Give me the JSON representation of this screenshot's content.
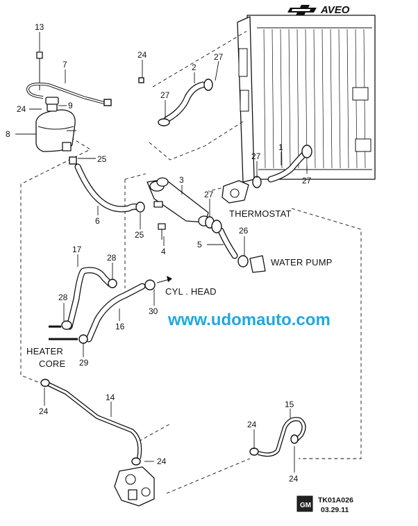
{
  "header": {
    "brand": "AVEO"
  },
  "watermark": "www.udomauto.com",
  "labels": {
    "thermostat": "THERMOSTAT",
    "water_pump": "WATER PUMP",
    "cyl_head": "CYL . HEAD",
    "heater_line1": "HEATER",
    "heater_line2": "CORE"
  },
  "callouts": {
    "c13": "13",
    "c7": "7",
    "c24a": "24",
    "c24b": "24",
    "c9": "9",
    "c8": "8",
    "c2": "2",
    "c27a": "27",
    "c27b": "27",
    "c1": "1",
    "c27c": "27",
    "c27d": "27",
    "c25a": "25",
    "c3": "3",
    "c27e": "27",
    "c6": "6",
    "c25b": "25",
    "c4": "4",
    "c26": "26",
    "c5": "5",
    "c17": "17",
    "c28a": "28",
    "c28b": "28",
    "c30": "30",
    "c16": "16",
    "c29": "29",
    "c24c": "24",
    "c14": "14",
    "c15": "15",
    "c24d": "24",
    "c24e": "24",
    "c24f": "24"
  },
  "footer": {
    "logo": "GM",
    "code": "TK01A026",
    "date": "03.29.11"
  },
  "icons": {
    "brand_logo": "chevrolet-bowtie-icon",
    "gm_logo": "gm-logo-icon",
    "arrow": "arrow-right-icon"
  }
}
